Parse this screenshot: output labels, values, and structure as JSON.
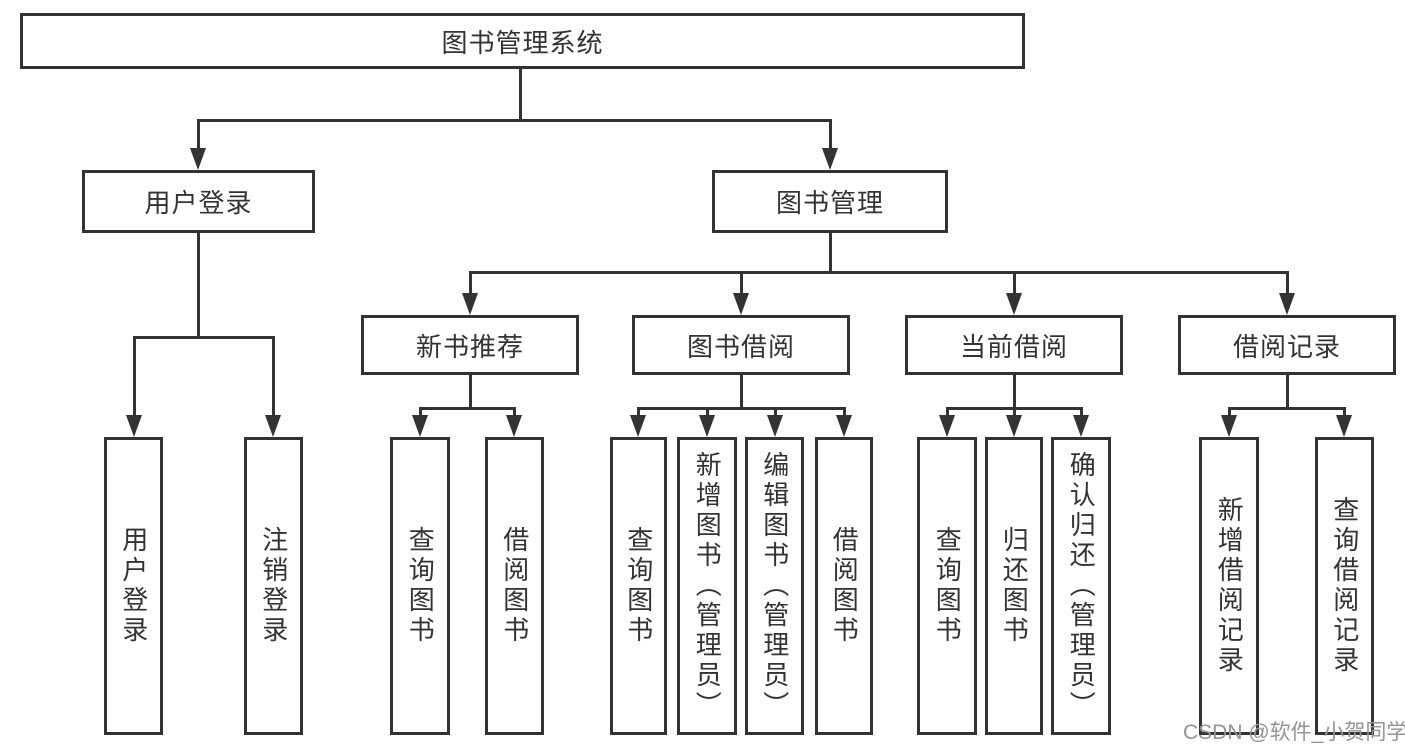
{
  "colors": {
    "line": "#333333",
    "box_fill": "#ffffff",
    "background": "#ffffff",
    "watermark": "#949494"
  },
  "watermark": {
    "text": "CSDN @软件_小贺同学"
  },
  "tree": {
    "root": {
      "label": "图书管理系统",
      "children": [
        {
          "label": "用户登录",
          "children": [
            {
              "label": "用户登录"
            },
            {
              "label": "注销登录"
            }
          ]
        },
        {
          "label": "图书管理",
          "children": [
            {
              "label": "新书推荐",
              "children": [
                {
                  "label": "查询图书"
                },
                {
                  "label": "借阅图书"
                }
              ]
            },
            {
              "label": "图书借阅",
              "children": [
                {
                  "label": "查询图书"
                },
                {
                  "label": "新增图书（管理员）"
                },
                {
                  "label": "编辑图书（管理员）"
                },
                {
                  "label": "借阅图书"
                }
              ]
            },
            {
              "label": "当前借阅",
              "children": [
                {
                  "label": "查询图书"
                },
                {
                  "label": "归还图书"
                },
                {
                  "label": "确认归还（管理员）"
                }
              ]
            },
            {
              "label": "借阅记录",
              "children": [
                {
                  "label": "新增借阅记录"
                },
                {
                  "label": "查询借阅记录"
                }
              ]
            }
          ]
        }
      ]
    }
  }
}
